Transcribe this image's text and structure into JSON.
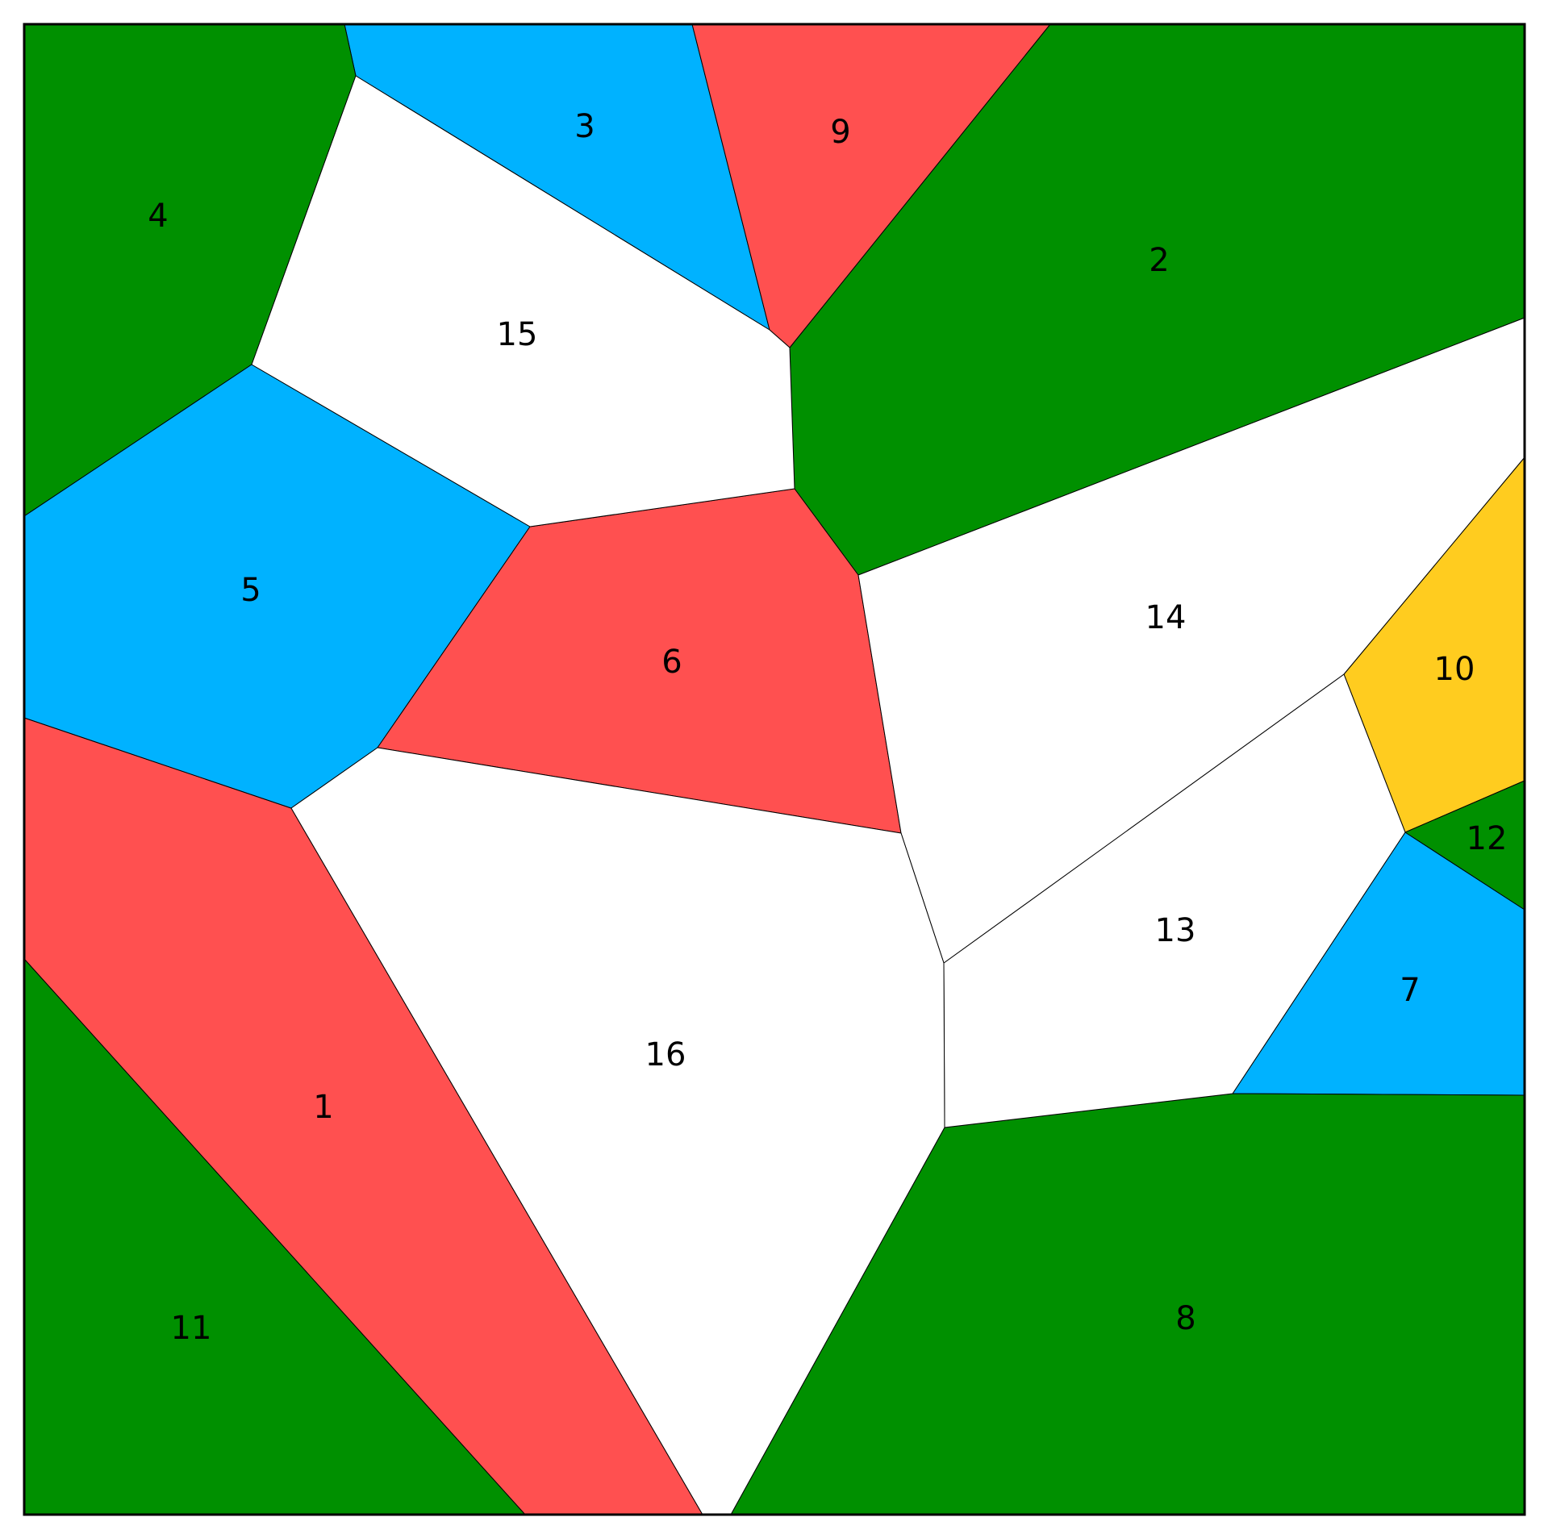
{
  "palette": {
    "green": "#009000",
    "red": "#FF5050",
    "blue": "#00B2FF",
    "white": "#FFFFFF",
    "yellow": "#FFCC1F"
  },
  "regions": [
    {
      "id": "1",
      "label": "1",
      "color": "red"
    },
    {
      "id": "2",
      "label": "2",
      "color": "green"
    },
    {
      "id": "3",
      "label": "3",
      "color": "blue"
    },
    {
      "id": "4",
      "label": "4",
      "color": "green"
    },
    {
      "id": "5",
      "label": "5",
      "color": "blue"
    },
    {
      "id": "6",
      "label": "6",
      "color": "red"
    },
    {
      "id": "7",
      "label": "7",
      "color": "blue"
    },
    {
      "id": "8",
      "label": "8",
      "color": "green"
    },
    {
      "id": "9",
      "label": "9",
      "color": "red"
    },
    {
      "id": "10",
      "label": "10",
      "color": "yellow"
    },
    {
      "id": "11",
      "label": "11",
      "color": "green"
    },
    {
      "id": "12",
      "label": "12",
      "color": "green"
    },
    {
      "id": "13",
      "label": "13",
      "color": "white"
    },
    {
      "id": "14",
      "label": "14",
      "color": "white"
    },
    {
      "id": "15",
      "label": "15",
      "color": "white"
    },
    {
      "id": "16",
      "label": "16",
      "color": "white"
    }
  ]
}
